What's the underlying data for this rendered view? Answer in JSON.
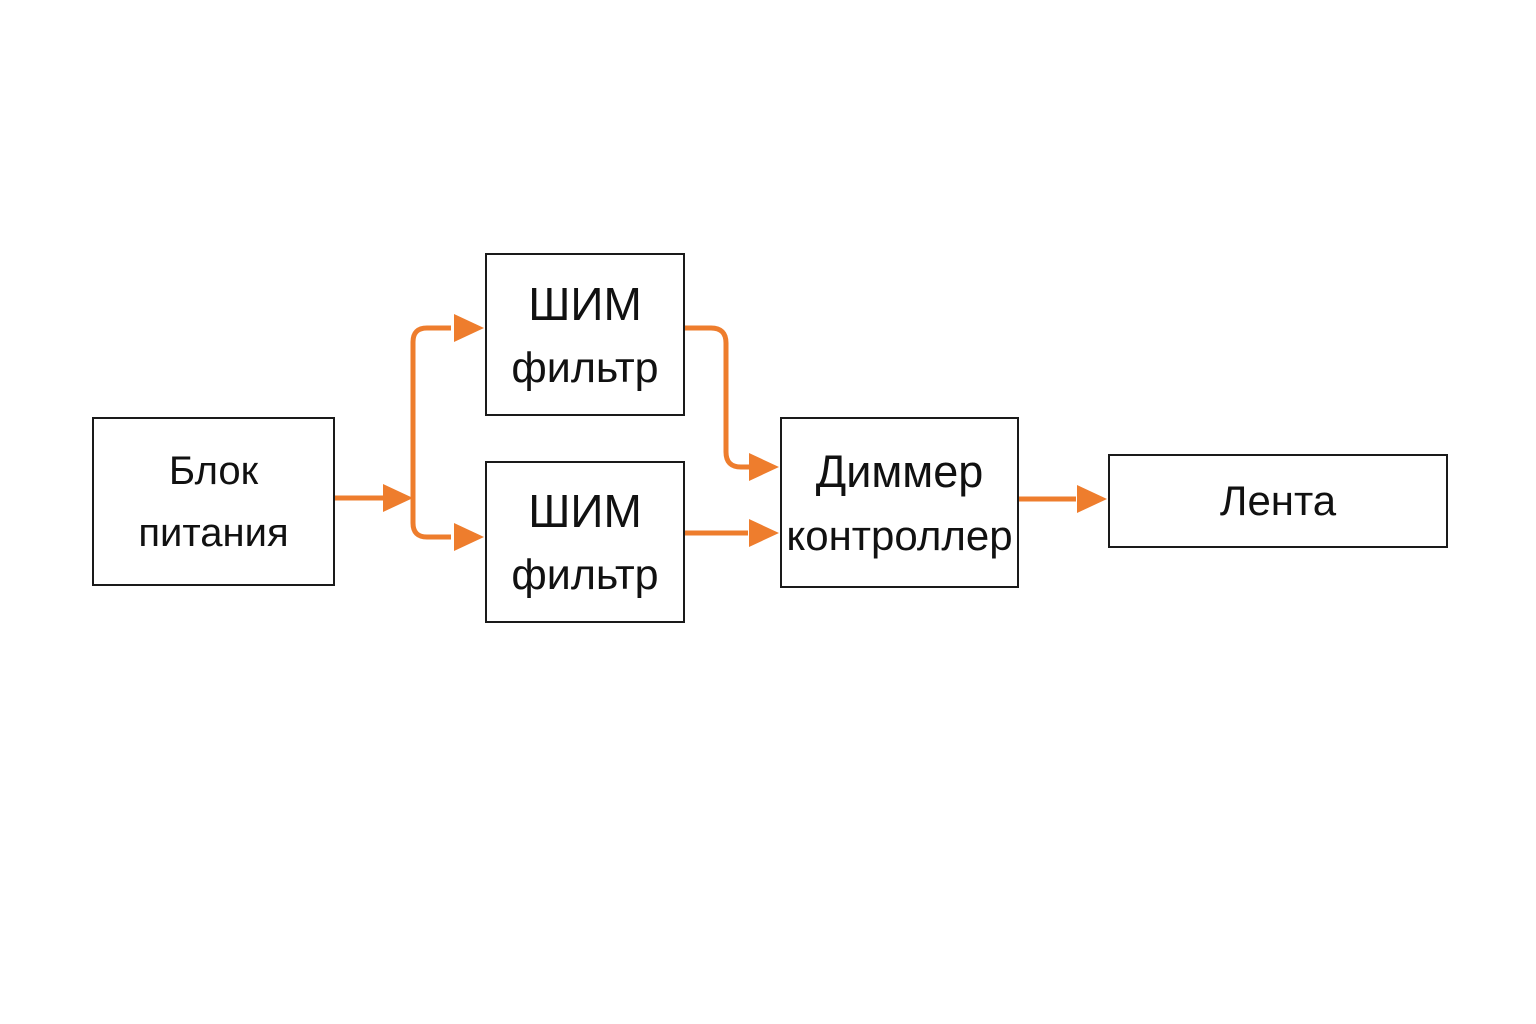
{
  "diagram": {
    "nodes": {
      "power_supply": {
        "lines": [
          "Блок",
          "питания"
        ]
      },
      "pwm_filter_top": {
        "lines": [
          "ШИМ",
          "фильтр"
        ]
      },
      "pwm_filter_bottom": {
        "lines": [
          "ШИМ",
          "фильтр"
        ]
      },
      "dimmer_controller": {
        "lines": [
          "Диммер",
          "контроллер"
        ]
      },
      "strip": {
        "lines": [
          "Лента"
        ]
      }
    },
    "edges": [
      {
        "from": "power_supply",
        "to": "pwm_filter_top"
      },
      {
        "from": "power_supply",
        "to": "pwm_filter_bottom"
      },
      {
        "from": "pwm_filter_top",
        "to": "dimmer_controller"
      },
      {
        "from": "pwm_filter_bottom",
        "to": "dimmer_controller"
      },
      {
        "from": "dimmer_controller",
        "to": "strip"
      }
    ],
    "colors": {
      "accent": "#EE7D2D",
      "border": "#1a1a1a",
      "text": "#111111",
      "background": "#ffffff"
    }
  }
}
